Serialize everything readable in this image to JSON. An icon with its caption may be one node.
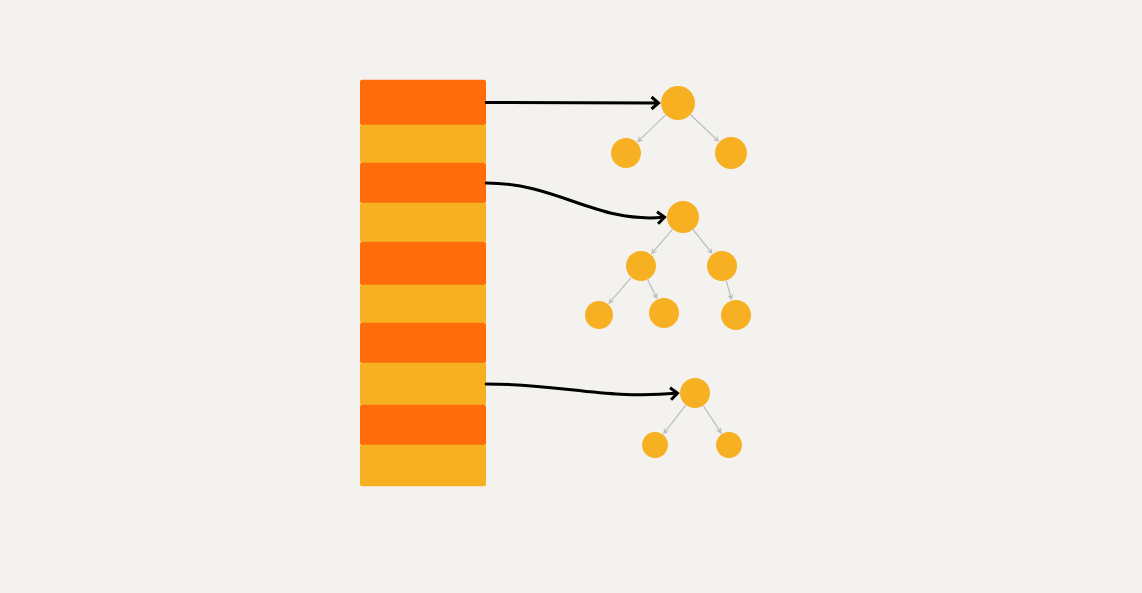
{
  "diagram": {
    "nodes": [
      {
        "text": [],
        "shape": "bar"
      },
      {
        "text": [],
        "shape": "bar"
      },
      {
        "text": [],
        "shape": "bar"
      },
      {
        "text": [],
        "shape": "bar"
      },
      {
        "text": [],
        "shape": "bar"
      },
      {
        "text": [],
        "shape": "bar"
      },
      {
        "text": [],
        "shape": "bar"
      },
      {
        "text": [],
        "shape": "bar"
      },
      {
        "text": [],
        "shape": "bar"
      },
      {
        "text": [],
        "shape": "bar"
      },
      {
        "text": [],
        "shape": "circle"
      },
      {
        "text": [],
        "shape": "circle"
      },
      {
        "text": [],
        "shape": "circle"
      },
      {
        "text": [],
        "shape": "circle"
      },
      {
        "text": [],
        "shape": "circle"
      },
      {
        "text": [],
        "shape": "circle"
      },
      {
        "text": [],
        "shape": "circle"
      },
      {
        "text": [],
        "shape": "circle"
      },
      {
        "text": [],
        "shape": "circle"
      },
      {
        "text": [],
        "shape": "circle"
      },
      {
        "text": [],
        "shape": "circle"
      },
      {
        "text": [],
        "shape": "circle"
      }
    ],
    "edges": [
      {
        "from": 0,
        "to": 10,
        "arrow": "to",
        "style": "thick",
        "color": "#000000"
      },
      {
        "from": 2,
        "to": 13,
        "arrow": "to",
        "style": "thick",
        "color": "#000000"
      },
      {
        "from": 7,
        "to": 19,
        "arrow": "to",
        "style": "thick",
        "color": "#000000"
      },
      {
        "from": 10,
        "to": 11,
        "arrow": "to"
      },
      {
        "from": 10,
        "to": 12,
        "arrow": "to"
      },
      {
        "from": 13,
        "to": 14,
        "arrow": "to"
      },
      {
        "from": 13,
        "to": 15,
        "arrow": "to"
      },
      {
        "from": 14,
        "to": 16,
        "arrow": "to"
      },
      {
        "from": 14,
        "to": 17,
        "arrow": "to"
      },
      {
        "from": 15,
        "to": 18,
        "arrow": "to"
      },
      {
        "from": 19,
        "to": 20,
        "arrow": "to"
      },
      {
        "from": 19,
        "to": 21,
        "arrow": "to"
      }
    ]
  }
}
